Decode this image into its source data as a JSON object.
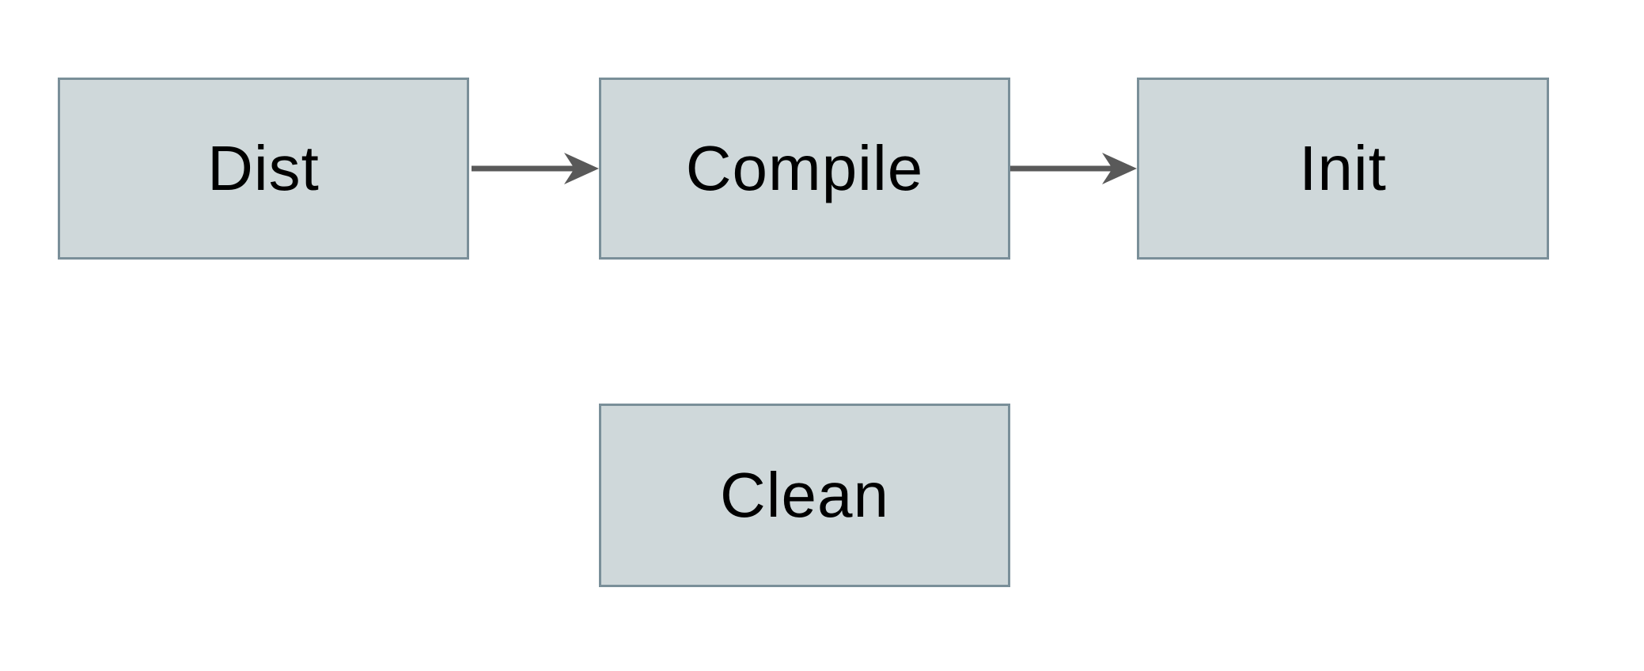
{
  "diagram": {
    "title": "",
    "nodes": [
      {
        "id": "dist",
        "label": "Dist"
      },
      {
        "id": "compile",
        "label": "Compile"
      },
      {
        "id": "init",
        "label": "Init"
      },
      {
        "id": "clean",
        "label": "Clean"
      }
    ],
    "edges": [
      {
        "from": "dist",
        "to": "compile",
        "direction": "right"
      },
      {
        "from": "compile",
        "to": "init",
        "direction": "right"
      }
    ],
    "theme": {
      "node_fill": "#cfd8da",
      "node_border": "#7a8f99",
      "arrow_color": "#595959",
      "text_color": "#000000",
      "canvas_bg": "#ffffff"
    }
  }
}
